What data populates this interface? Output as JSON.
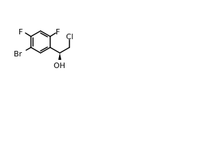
{
  "molecule": {
    "atom_labels": {
      "fluorine_top": "F",
      "fluorine_ortho": "F",
      "bromine": "Br",
      "hydroxyl": "OH",
      "chlorine": "Cl"
    },
    "stereo": {
      "carbinol_bond": "wedge"
    }
  }
}
